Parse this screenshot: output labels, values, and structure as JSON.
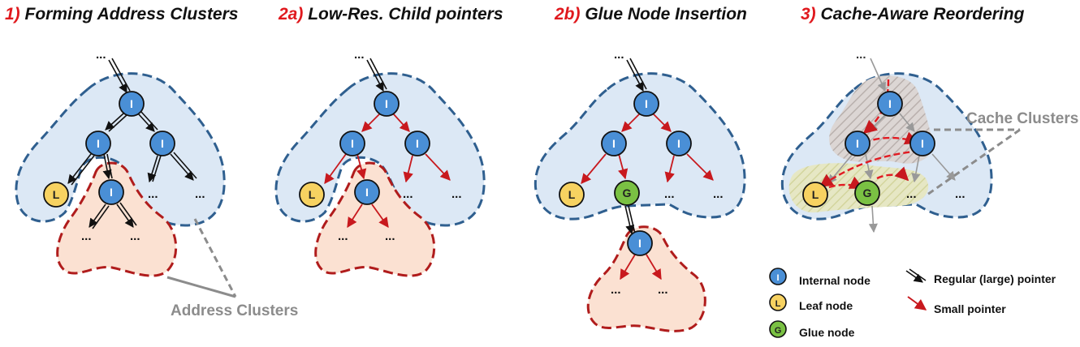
{
  "titles": [
    {
      "num": "1)",
      "text": " Forming Address Clusters"
    },
    {
      "num": "2a)",
      "text": " Low-Res. Child pointers"
    },
    {
      "num": "2b)",
      "text": " Glue Node Insertion"
    },
    {
      "num": "3)",
      "text": " Cache-Aware Reordering"
    }
  ],
  "node_letters": {
    "internal": "I",
    "leaf": "L",
    "glue": "G"
  },
  "ellipsis": "...",
  "labels": {
    "address_clusters": "Address Clusters",
    "cache_clusters": "Cache Clusters"
  },
  "legend": {
    "internal": "Internal node",
    "leaf": "Leaf node",
    "glue": "Glue node",
    "regular_pointer": "Regular (large) pointer",
    "small_pointer": "Small pointer"
  },
  "colors": {
    "title_number": "#e0191e",
    "internal_node": "#4a8fd6",
    "leaf_node": "#f7d261",
    "glue_node": "#7ac143",
    "blue_cluster_fill": "#dce8f5",
    "blue_cluster_stroke": "#2f5f8f",
    "orange_cluster_fill": "#fbe1d2",
    "red_cluster_stroke": "#b01c1c",
    "small_pointer": "#c8191e",
    "label_grey": "#8c8c8c"
  }
}
